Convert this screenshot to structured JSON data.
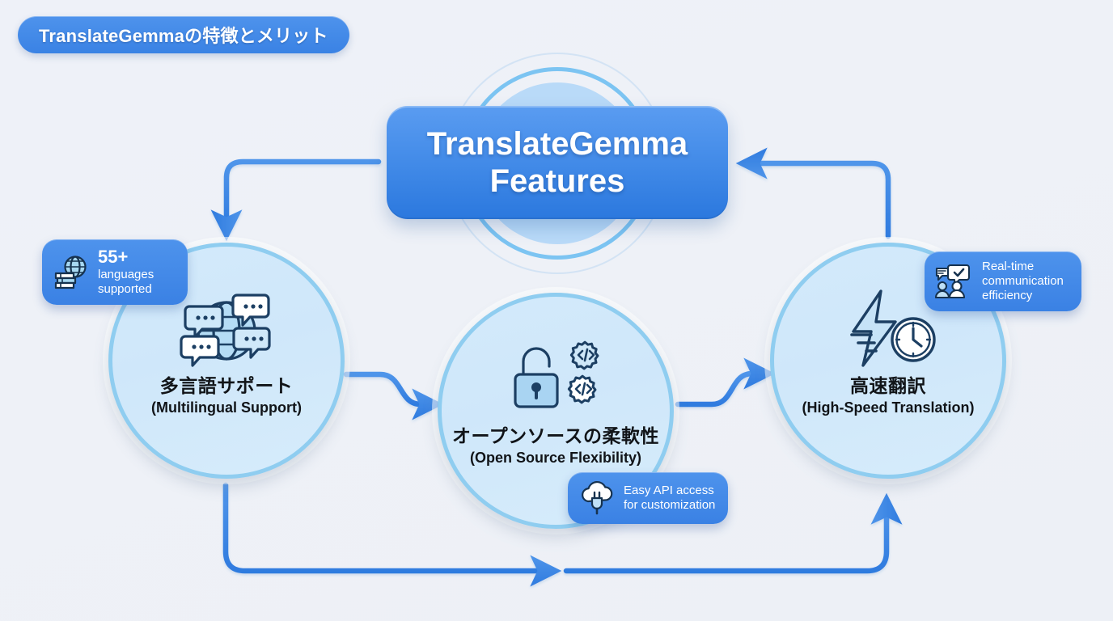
{
  "title_pill": {
    "label": "TranslateGemmaの特徴とメリット"
  },
  "hub": {
    "line1": "TranslateGemma",
    "line2": "Features"
  },
  "nodes": [
    {
      "id": "multilingual-support",
      "jp": "多言語サポート",
      "en": "(Multilingual Support)",
      "icon": "globe-speech-bubbles-icon"
    },
    {
      "id": "open-source-flexibility",
      "jp": "オープンソースの柔軟性",
      "en": "(Open Source Flexibility)",
      "icon": "unlocked-padlock-code-gears-icon"
    },
    {
      "id": "high-speed-translation",
      "jp": "高速翻訳",
      "en": "(High-Speed Translation)",
      "icon": "lightning-bolt-clock-icon"
    }
  ],
  "badges": [
    {
      "id": "languages-supported",
      "big": "55+",
      "line1": "languages",
      "line2": "supported",
      "icon": "globe-books-icon"
    },
    {
      "id": "easy-api-access",
      "line1": "Easy API access",
      "line2": "for customization",
      "icon": "cloud-plug-icon"
    },
    {
      "id": "real-time-communication",
      "line1": "Real-time",
      "line2": "communication",
      "line3": "efficiency",
      "icon": "people-chat-check-icon"
    }
  ],
  "colors": {
    "background": "#eef1f7",
    "accent_blue": "#3a81e4",
    "hub_gradient_start": "#5a9cf1",
    "hub_gradient_end": "#2b78de",
    "circle_fill": "#d3eafb",
    "circle_border": "#8fcdf0",
    "connector_blue": "#3b87e3",
    "icon_stroke": "#1c3f63",
    "text_dark": "#111418"
  },
  "connectors": [
    {
      "id": "hub-to-multilingual",
      "from": "hub",
      "to": "multilingual-support",
      "direction": "down"
    },
    {
      "id": "multilingual-to-opensource",
      "from": "multilingual-support",
      "to": "open-source-flexibility",
      "direction": "right"
    },
    {
      "id": "opensource-to-highspeed",
      "from": "open-source-flexibility",
      "to": "high-speed-translation",
      "direction": "right"
    },
    {
      "id": "highspeed-to-hub",
      "from": "high-speed-translation",
      "to": "hub",
      "direction": "left"
    },
    {
      "id": "multilingual-to-highspeed-loop",
      "from": "multilingual-support",
      "to": "high-speed-translation",
      "direction": "up"
    }
  ]
}
